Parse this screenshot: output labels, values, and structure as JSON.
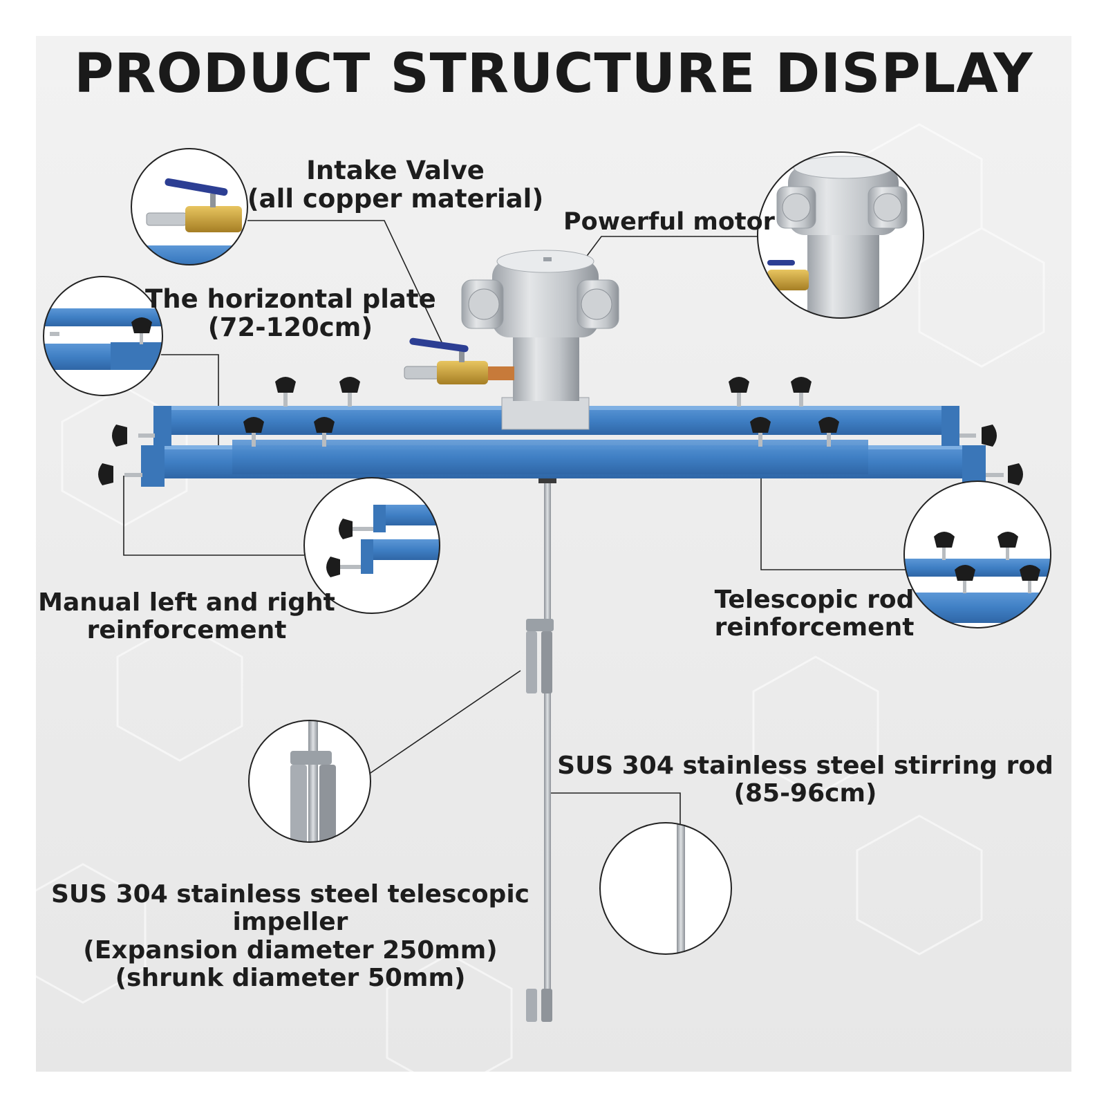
{
  "title": "PRODUCT STRUCTURE DISPLAY",
  "labels": {
    "intake_valve": [
      "Intake Valve",
      "(all copper material)"
    ],
    "powerful_motor": [
      "Powerful motor"
    ],
    "horizontal_plate": [
      "The horizontal plate",
      "(72-120cm)"
    ],
    "manual_reinforcement": [
      "Manual left and right",
      "reinforcement"
    ],
    "telescopic_rod": [
      "Telescopic rod",
      "reinforcement"
    ],
    "stirring_rod": [
      "SUS 304 stainless steel stirring rod",
      "(85-96cm)"
    ],
    "impeller": [
      "SUS 304 stainless steel telescopic",
      "impeller",
      "(Expansion diameter 250mm)",
      "(shrunk diameter 50mm)"
    ]
  },
  "colors": {
    "frame_blue": "#3f7fc4",
    "frame_dark": "#2f66a6",
    "motor_silver": "#c9ccd0",
    "brass": "#c9a13b",
    "knob_black": "#1c1c1c",
    "rod_steel": "#a9adb2",
    "background_panel": "#eeeeee"
  }
}
